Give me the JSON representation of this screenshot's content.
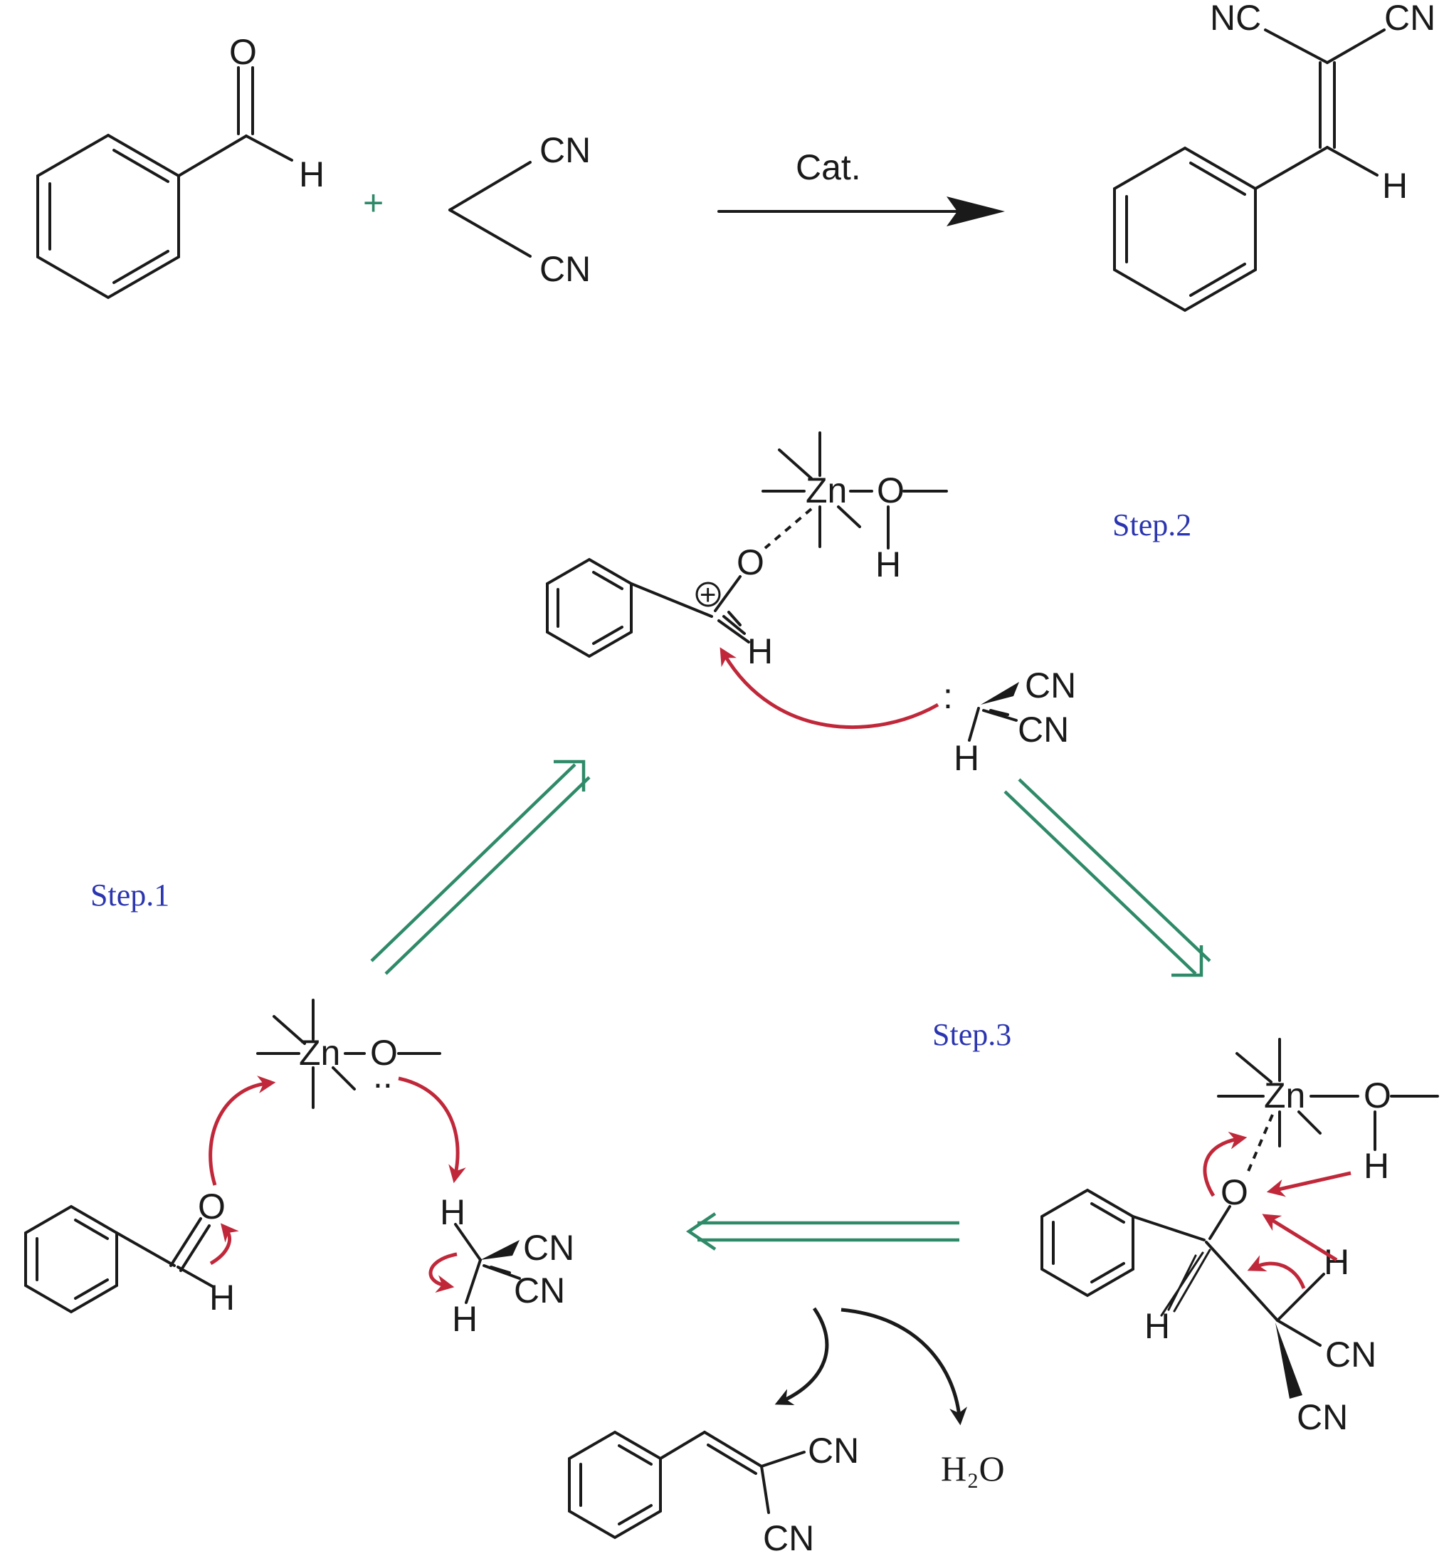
{
  "reaction": {
    "reactant_aldehyde": {
      "o": "O",
      "h": "H"
    },
    "plus": "+",
    "reactant_malononitrile": {
      "cn_top": "CN",
      "cn_bottom": "CN"
    },
    "catalyst": "Cat.",
    "product": {
      "nc": "NC",
      "cn": "CN",
      "h": "H"
    }
  },
  "steps": {
    "step1": "Step.1",
    "step2": "Step.2",
    "step3": "Step.3"
  },
  "step1_species": {
    "zn": "Zn",
    "o": "O",
    "lone_pair": "..",
    "aldehyde_o": "O",
    "aldehyde_h": "H",
    "malono_h_top": "H",
    "malono_h_bottom": "H",
    "cn1": "CN",
    "cn2": "CN"
  },
  "step2_species": {
    "zn": "Zn",
    "o": "O",
    "oh_h": "H",
    "cation_o": "O",
    "cation_h": "H",
    "plus_sign": "+",
    "carbanion_lone_pair": ":",
    "carbanion_h": "H",
    "cn1": "CN",
    "cn2": "CN"
  },
  "step3_species": {
    "zn": "Zn",
    "o": "O",
    "oh_h": "H",
    "alkoxide_o": "O",
    "h_left": "H",
    "h_right": "H",
    "cn1": "CN",
    "cn2": "CN"
  },
  "products_bottom": {
    "alkene_cn1": "CN",
    "alkene_cn2": "CN",
    "water": "H₂O"
  },
  "colors": {
    "step_label": "#2b35b0",
    "curved_arrow": "#c0283a",
    "equilibrium_arrow": "#2e8a68",
    "bond": "#1a1a1a"
  }
}
